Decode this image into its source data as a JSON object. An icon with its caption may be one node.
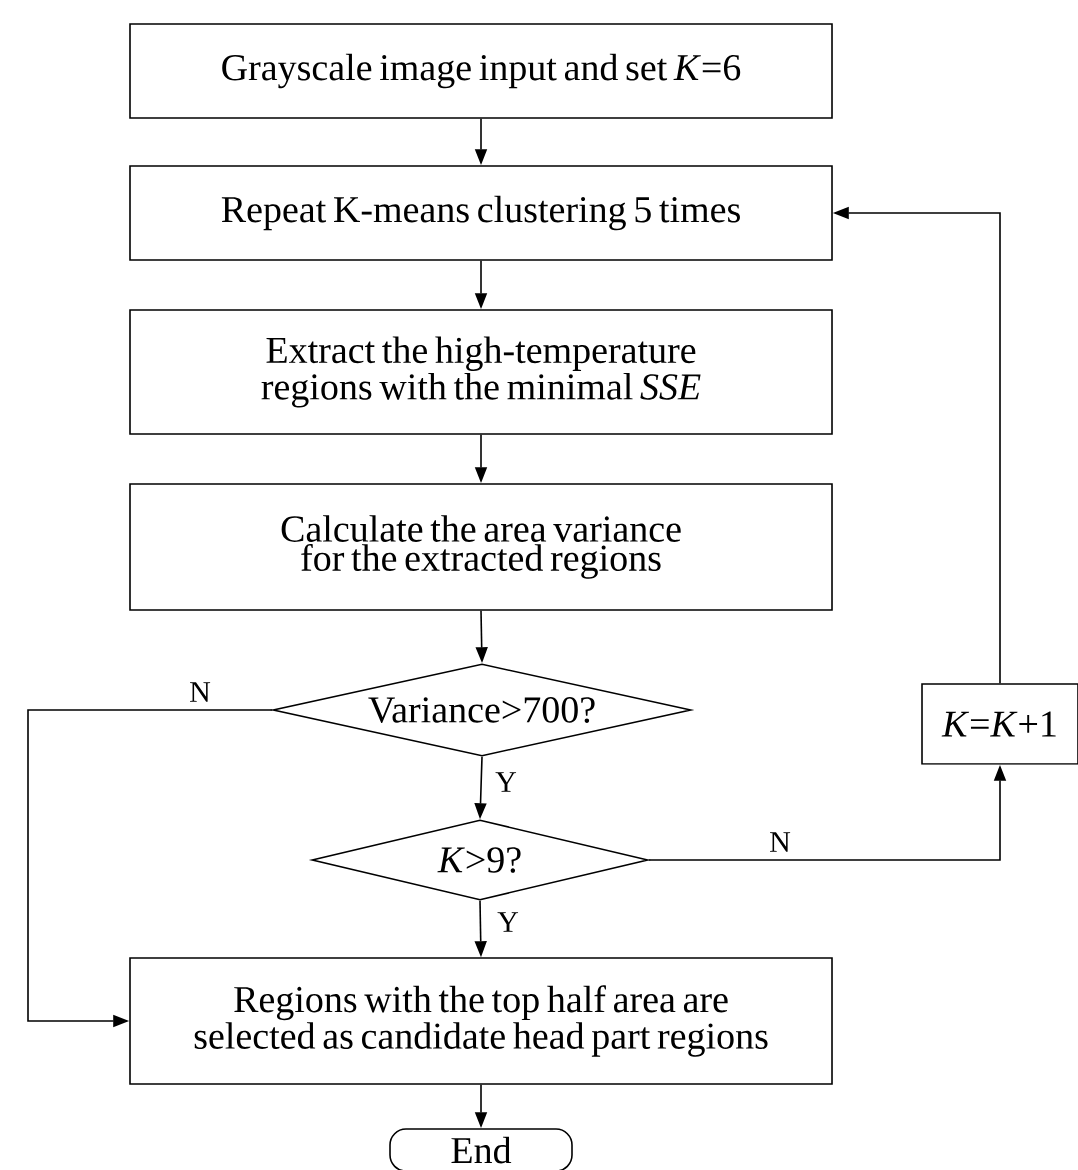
{
  "diagram": {
    "nodes": [
      {
        "text": [
          "Grayscale image input and set *K*=6"
        ]
      },
      {
        "text": [
          "Repeat K-means clustering 5 times"
        ]
      },
      {
        "text": [
          "Extract the high-temperature regions with the minimal *SSE*"
        ]
      },
      {
        "text": [
          "Calculate the area variance for the extracted regions"
        ]
      },
      {
        "text": [
          "Variance>700?"
        ]
      },
      {
        "text": [
          "*K*>9?"
        ]
      },
      {
        "text": [
          "Regions with the top half area are selected as candidate head part regions"
        ]
      },
      {
        "text": [
          "End"
        ]
      },
      {
        "text": [
          "*K*=*K*+1"
        ]
      }
    ],
    "edges": [
      {
        "from": 0,
        "to": 1,
        "arrow": "to"
      },
      {
        "from": 1,
        "to": 2,
        "arrow": "to"
      },
      {
        "from": 2,
        "to": 3,
        "arrow": "to"
      },
      {
        "from": 3,
        "to": 4,
        "arrow": "to"
      },
      {
        "from": 4,
        "to": 5,
        "arrow": "to",
        "label": "Y"
      },
      {
        "from": 5,
        "to": 6,
        "arrow": "to",
        "label": "Y"
      },
      {
        "from": 4,
        "to": 6,
        "arrow": "to",
        "label": "N"
      },
      {
        "from": 5,
        "to": 8,
        "arrow": "to",
        "label": "N"
      },
      {
        "from": 8,
        "to": 1,
        "arrow": "to"
      },
      {
        "from": 6,
        "to": 7,
        "arrow": "to"
      }
    ]
  }
}
